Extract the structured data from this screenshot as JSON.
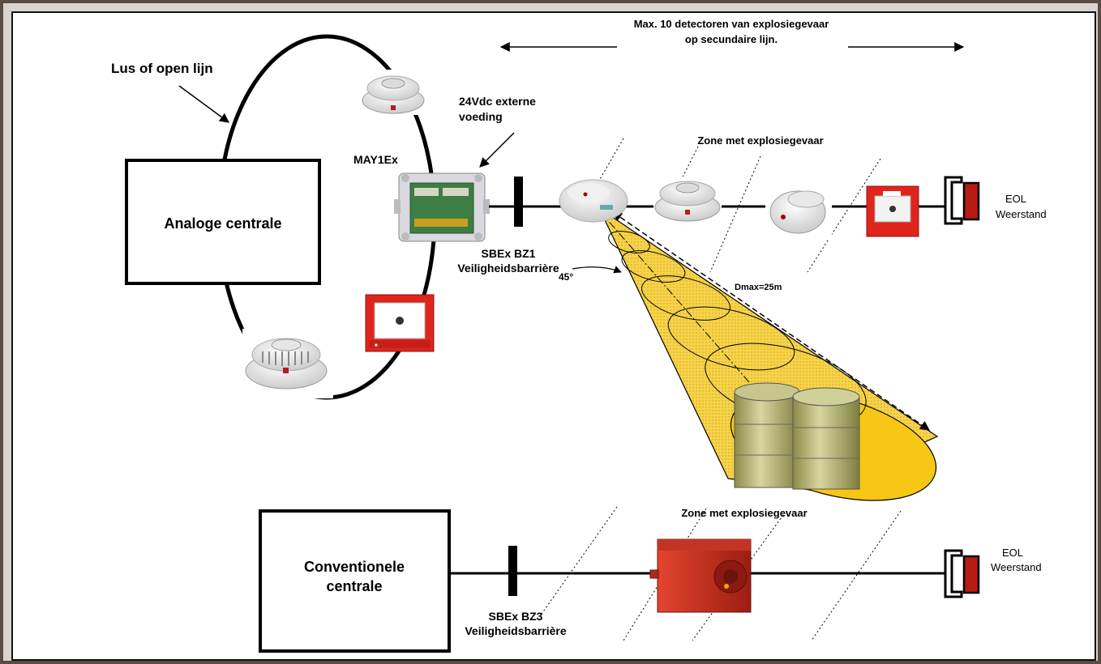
{
  "labels": {
    "loop": "Lus of open lijn",
    "max_line1": "Max. 10 detectoren van explosiegevaar",
    "max_line2": "op secundaire lijn.",
    "power_line1": "24Vdc externe",
    "power_line2": "voeding",
    "module": "MAY1Ex",
    "analog_panel": "Analoge centrale",
    "barrier1_line1": "SBEx BZ1",
    "barrier1_line2": "Veiligheidsbarrière",
    "zone_top": "Zone met explosiegevaar",
    "zone_bottom": "Zone met explosiegevaar",
    "angle": "45°",
    "distance": "Dmax=25m",
    "eol_top_line1": "EOL",
    "eol_top_line2": "Weerstand",
    "eol_bottom_line1": "EOL",
    "eol_bottom_line2": "Weerstand",
    "conv_panel_line1": "Conventionele",
    "conv_panel_line2": "centrale",
    "barrier3_line1": "SBEx BZ3",
    "barrier3_line2": "Veiligheidsbarrière"
  },
  "devices": [
    "smoke-detector-icon",
    "heat-detector-icon",
    "manual-call-point-icon",
    "flame-detector-icon",
    "junction-box-icon",
    "sounder-icon",
    "drum-barrels-icon",
    "eol-resistor-icon"
  ],
  "colors": {
    "cone_fill": "#f7d34a",
    "call_point_red": "#e0241c",
    "sounder_red": "#b8241a",
    "frame": "#5a4c44"
  }
}
